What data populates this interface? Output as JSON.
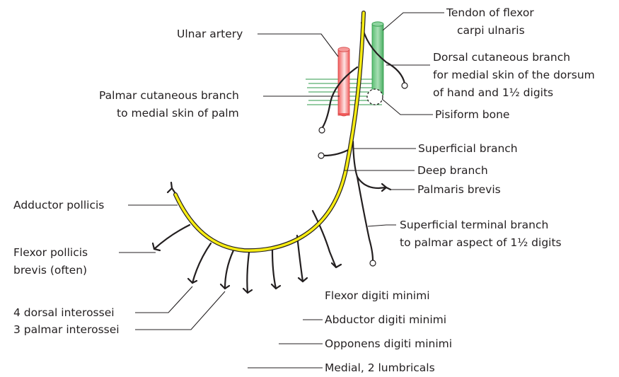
{
  "colors": {
    "nerve": "#f7ec13",
    "artery": "#f15a5a",
    "tendon": "#5bbf73",
    "retinaculum": "#2e9a49"
  },
  "labels": {
    "tendon_line1": "Tendon of flexor",
    "tendon_line2": "carpi ulnaris",
    "ulnar_artery": "Ulnar artery",
    "dorsal_line1": "Dorsal cutaneous branch",
    "dorsal_line2": "for medial skin of the dorsum",
    "dorsal_line3": "of hand and 1½ digits",
    "palmar_line1": "Palmar cutaneous branch",
    "palmar_line2": "to medial skin of palm",
    "pisiform": "Pisiform bone",
    "superficial_branch": "Superficial branch",
    "deep_branch": "Deep branch",
    "palmaris_brevis": "Palmaris brevis",
    "adductor_pollicis": "Adductor pollicis",
    "sup_terminal_line1": "Superficial terminal branch",
    "sup_terminal_line2": "to palmar aspect of 1½ digits",
    "fpb_line1": "Flexor pollicis",
    "fpb_line2": "brevis (often)",
    "flexor_digiti": "Flexor digiti minimi",
    "dorsal_interossei": "4 dorsal interossei",
    "abductor_digiti": "Abductor digiti minimi",
    "palmar_interossei": "3 palmar interossei",
    "opponens_digiti": "Opponens digiti minimi",
    "lumbricals": "Medial, 2 lumbricals"
  }
}
